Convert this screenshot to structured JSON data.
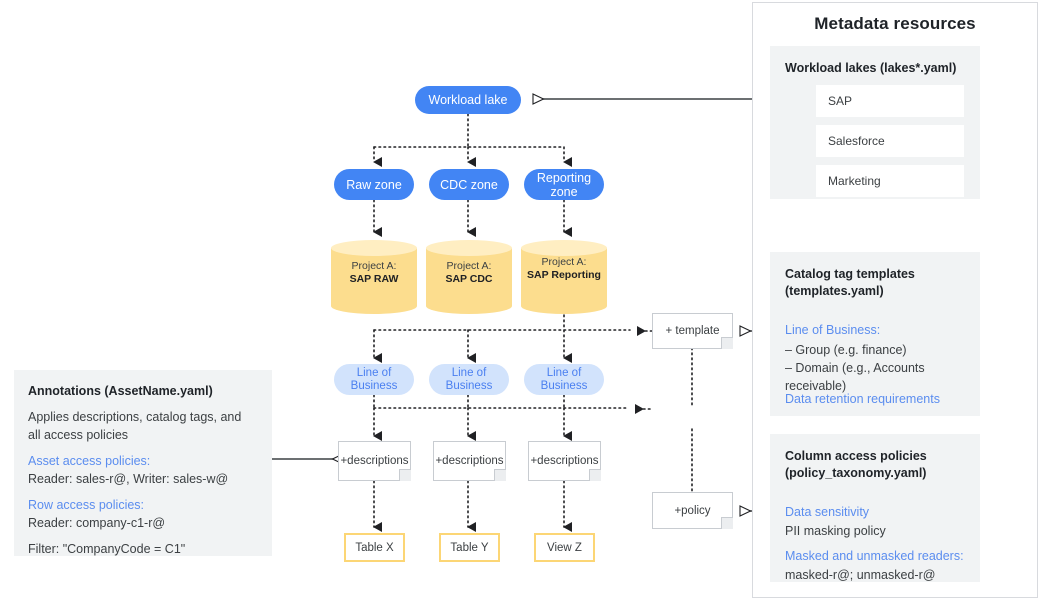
{
  "panel": {
    "title": "Metadata resources",
    "sections": [
      {
        "heading": "Workload lakes (lakes*.yaml)",
        "chips": [
          "SAP",
          "Salesforce",
          "Marketing"
        ]
      },
      {
        "heading_line1": "Catalog tag templates",
        "heading_line2": "(templates.yaml)",
        "blue1": "Line of Business:",
        "bullet1": "– Group (e.g. finance)",
        "bullet2": "– Domain (e.g., Accounts receivable)",
        "blue2": "Data retention requirements"
      },
      {
        "heading_line1": "Column access policies",
        "heading_line2": "(policy_taxonomy.yaml)",
        "blue1": "Data sensitivity",
        "body1": "PII masking policy",
        "blue2": "Masked and unmasked readers:",
        "body2": "masked-r@; unmasked-r@"
      }
    ]
  },
  "annotations": {
    "heading": "Annotations (AssetName.yaml)",
    "intro_line1": "Applies descriptions, catalog tags, and",
    "intro_line2": "all access policies",
    "asset_label": "Asset access policies:",
    "asset_value": "Reader: sales-r@, Writer: sales-w@",
    "row_label": "Row access policies:",
    "row_value": "Reader: company-c1-r@",
    "filter_value": "Filter: \"CompanyCode = C1\""
  },
  "flow": {
    "root": "Workload lake",
    "zones": [
      "Raw zone",
      "CDC zone",
      "Reporting zone"
    ],
    "projects": [
      {
        "prefix": "Project A:",
        "name": "SAP RAW"
      },
      {
        "prefix": "Project A:",
        "name": "SAP CDC"
      },
      {
        "prefix": "Project A:",
        "name": "SAP Reporting"
      }
    ],
    "tags": [
      "Line of Business",
      "Line of Business",
      "Line of Business"
    ],
    "descriptions": [
      "+descriptions",
      "+descriptions",
      "+descriptions"
    ],
    "assets": [
      "Table X",
      "Table Y",
      "View Z"
    ],
    "template_note": "+ template",
    "policy_note": "+policy"
  },
  "colors": {
    "blue": "#4285f4",
    "blue_light": "#d2e3fc",
    "blue_text": "#5b8def",
    "yellow": "#fcdd8e",
    "yellow_border": "#fcd675",
    "panel_gray": "#f1f3f4",
    "line": "#3c4043"
  }
}
